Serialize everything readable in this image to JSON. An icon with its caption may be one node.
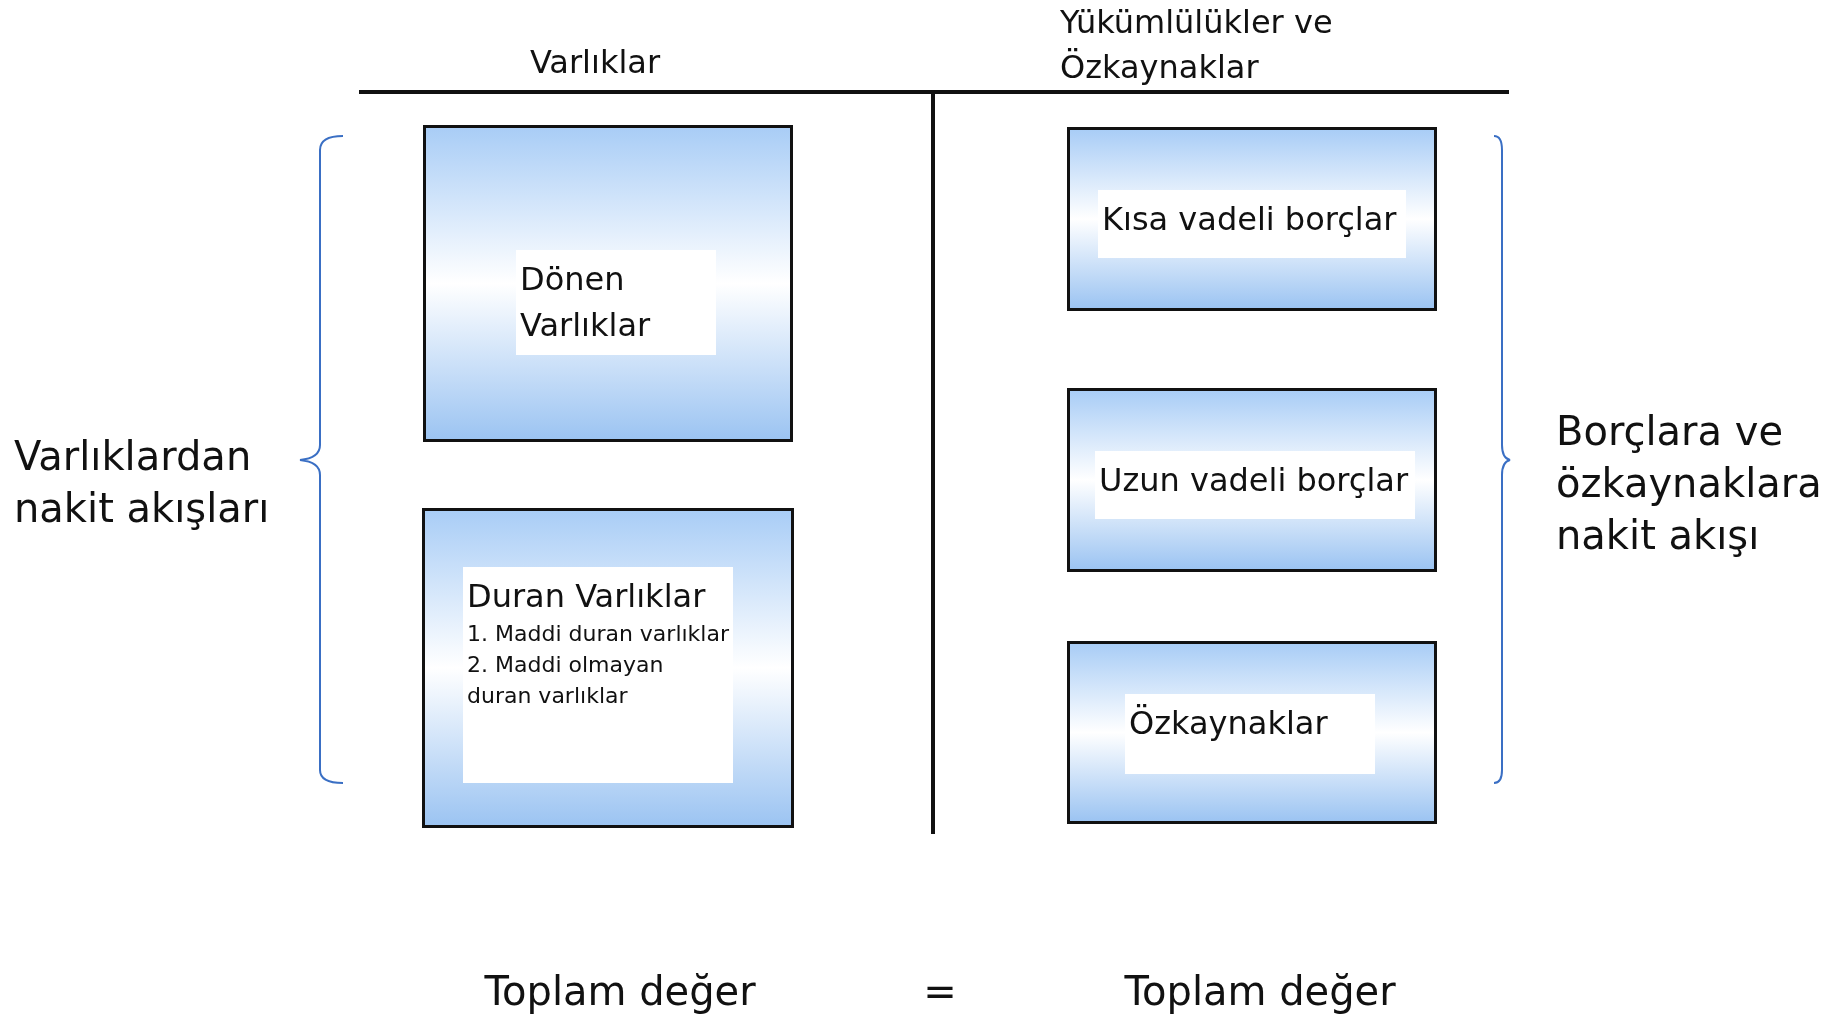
{
  "diagram": {
    "nodes": [
      {
        "text": [
          "Dönen Varlıklar"
        ]
      },
      {
        "text": [
          "Duran Varlıklar",
          "1. Maddi duran varlıklar",
          "2. Maddi olmayan duran varlıklar"
        ]
      },
      {
        "text": [
          "Kısa vadeli borçlar"
        ]
      },
      {
        "text": [
          "Uzun vadeli borçlar"
        ]
      },
      {
        "text": [
          "Özkaynaklar"
        ]
      }
    ],
    "labels": [
      "Varlıklar",
      "Yükümlülükler ve Özkaynaklar",
      "Varlıklardan nakit akışları",
      "Borçlara ve özkaynaklara nakit akışı",
      "Toplam değer",
      "=",
      "Toplam değer"
    ]
  }
}
